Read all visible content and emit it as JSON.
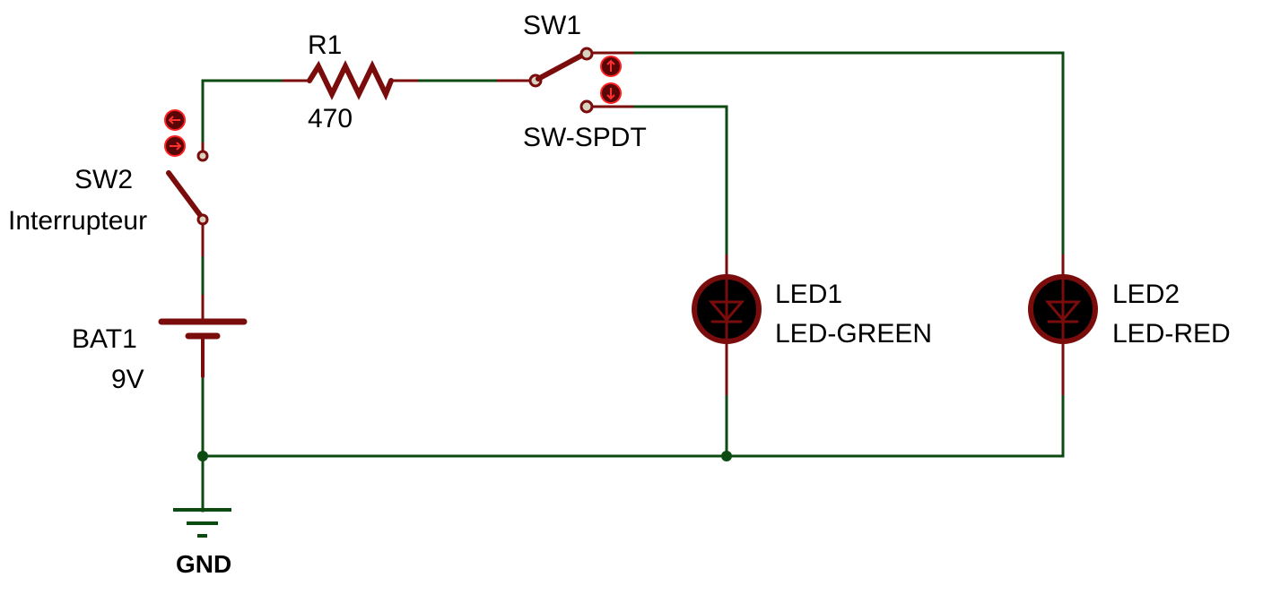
{
  "diagram": {
    "type": "circuit-schematic",
    "components": {
      "r1": {
        "ref": "R1",
        "value": "470"
      },
      "sw1": {
        "ref": "SW1",
        "value": "SW-SPDT"
      },
      "sw2": {
        "ref": "SW2",
        "value": "Interrupteur"
      },
      "bat1": {
        "ref": "BAT1",
        "value": "9V"
      },
      "led1": {
        "ref": "LED1",
        "value": "LED-GREEN"
      },
      "led2": {
        "ref": "LED2",
        "value": "LED-RED"
      },
      "gnd": {
        "ref": "GND"
      }
    },
    "colors": {
      "wire": "#0b4a10",
      "component": "#7a0c0c",
      "button_outline": "#ff2020",
      "led_fill": "#000000"
    }
  }
}
